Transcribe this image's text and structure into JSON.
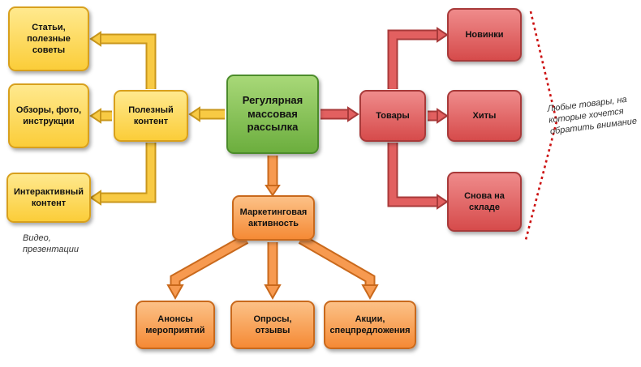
{
  "diagram": {
    "center": {
      "label": "Регулярная массовая рассылка"
    },
    "content": {
      "hub": "Полезный контент",
      "item1": "Статьи, полезные советы",
      "item2": "Обзоры, фото, инструкции",
      "item3": "Интерактивный контент",
      "note": "Видео, презентации"
    },
    "products": {
      "hub": "Товары",
      "item1": "Новинки",
      "item2": "Хиты",
      "item3": "Снова на складе",
      "note": "Любые товары, на которые хочется обратить внимание"
    },
    "marketing": {
      "hub": "Маркетинговая активность",
      "item1": "Анонсы мероприятий",
      "item2": "Опросы, отзывы",
      "item3": "Акции, спецпредложения"
    },
    "colors": {
      "yellow": "#fbcd39",
      "green": "#6cae3e",
      "red": "#d64b4b",
      "orange": "#f58a35",
      "dotted_line": "#cc1111"
    }
  }
}
